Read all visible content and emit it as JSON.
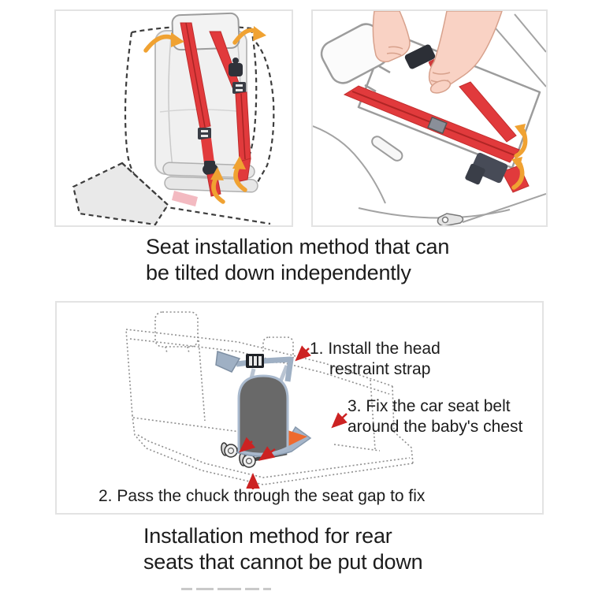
{
  "background": "#ffffff",
  "colors": {
    "panel_border": "#e3e3e3",
    "text": "#1c1c1c",
    "strap_red": "#e13a3c",
    "arrow_orange": "#f0a232",
    "annotation_arrow_red": "#cc2222",
    "skin": "#f9d2c4",
    "baby_seat_gray": "#696969",
    "baby_seat_trim_blue": "#9fb0c4",
    "cushion_orange": "#ee6a2e",
    "outline_gray": "#9c9c9c",
    "dashed_outline": "#3d3d3d",
    "dotted_outline": "#8f8f8f"
  },
  "top_section": {
    "caption_line1": "Seat installation method that can",
    "caption_line2": "be tilted down independently"
  },
  "bottom_section": {
    "caption_line1": "Installation method for rear",
    "caption_line2": "seats that cannot be put down",
    "steps": {
      "step1_line1": "1. Install the head",
      "step1_line2": "restraint strap",
      "step2": "2. Pass the chuck through the seat gap to fix",
      "step3_line1": "3. Fix the car seat belt",
      "step3_line2": "around the baby's chest"
    }
  }
}
